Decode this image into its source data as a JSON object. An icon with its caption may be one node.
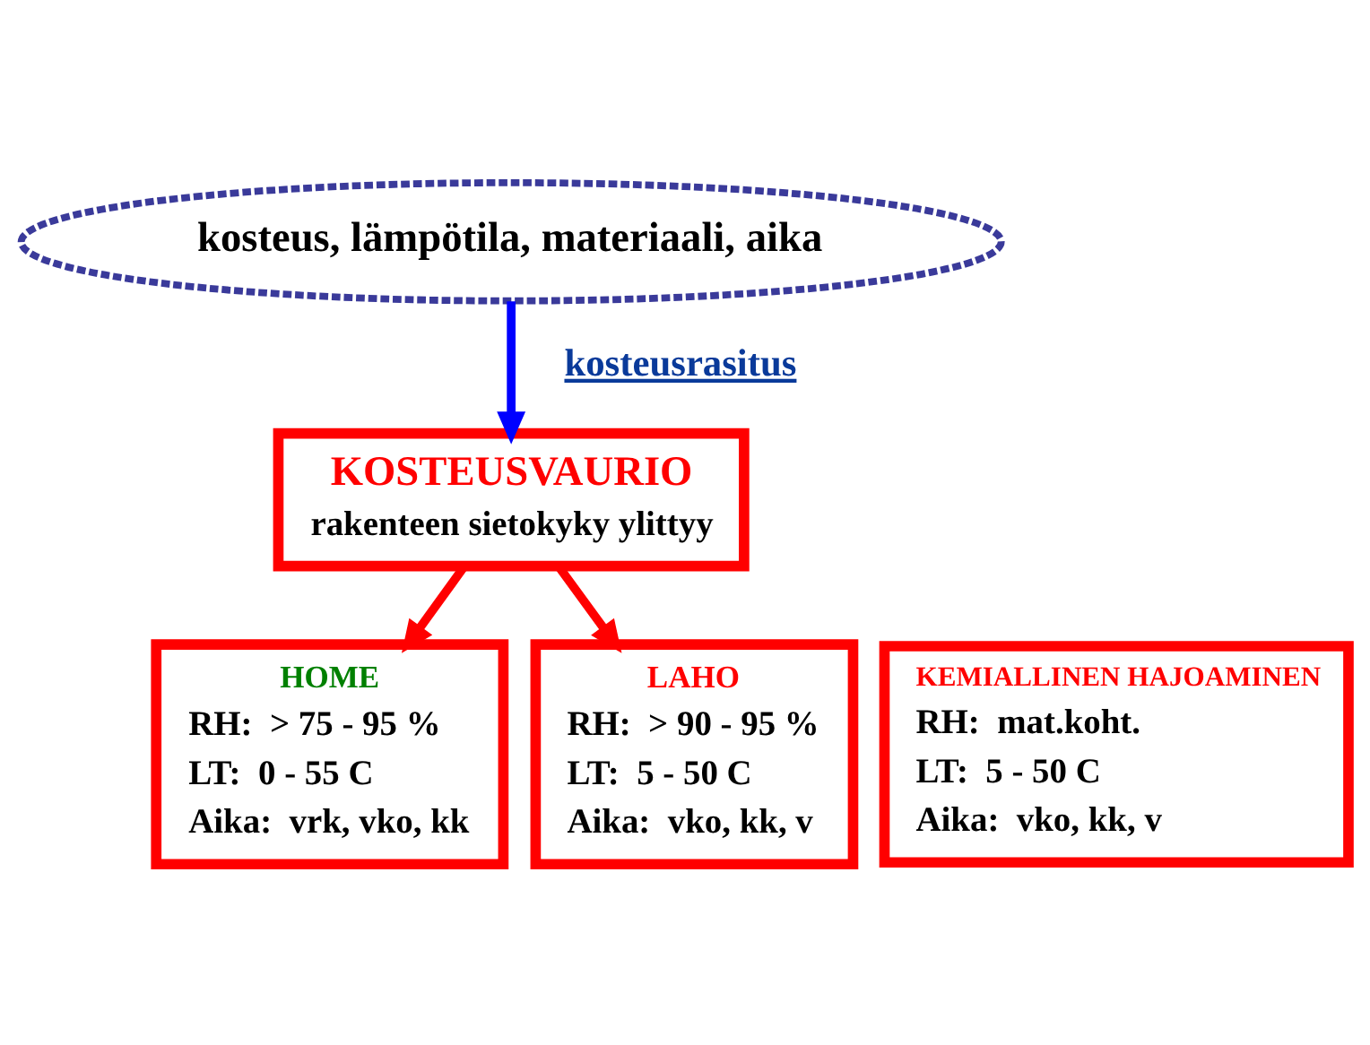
{
  "diagram": {
    "nodes": [
      {
        "text": [
          "kosteus, lämpötila, materiaali, aika"
        ]
      },
      {
        "text": [
          "KOSTEUSVAURIO",
          "rakenteen sietokyky ylittyy"
        ]
      },
      {
        "text": [
          "HOME",
          "RH:  > 75 - 95 %",
          "LT:  0 - 55 C",
          "Aika:  vrk, vko, kk"
        ]
      },
      {
        "text": [
          "LAHO",
          "RH:  > 90 - 95 %",
          "LT:  5 - 50 C",
          "Aika:  vko, kk, v"
        ]
      },
      {
        "text": [
          "KEMIALLINEN HAJOAMINEN",
          "RH:  mat.koht.",
          "LT:  5 - 50 C",
          "Aika:  vko, kk, v"
        ]
      }
    ],
    "edges": [
      {
        "from": 0,
        "to": 1,
        "arrow": "to",
        "label": "kosteusrasitus",
        "color": "#0000ff"
      },
      {
        "from": 1,
        "to": 2,
        "arrow": "to",
        "color": "#ff0000"
      },
      {
        "from": 1,
        "to": 3,
        "arrow": "to",
        "color": "#ff0000"
      }
    ]
  }
}
